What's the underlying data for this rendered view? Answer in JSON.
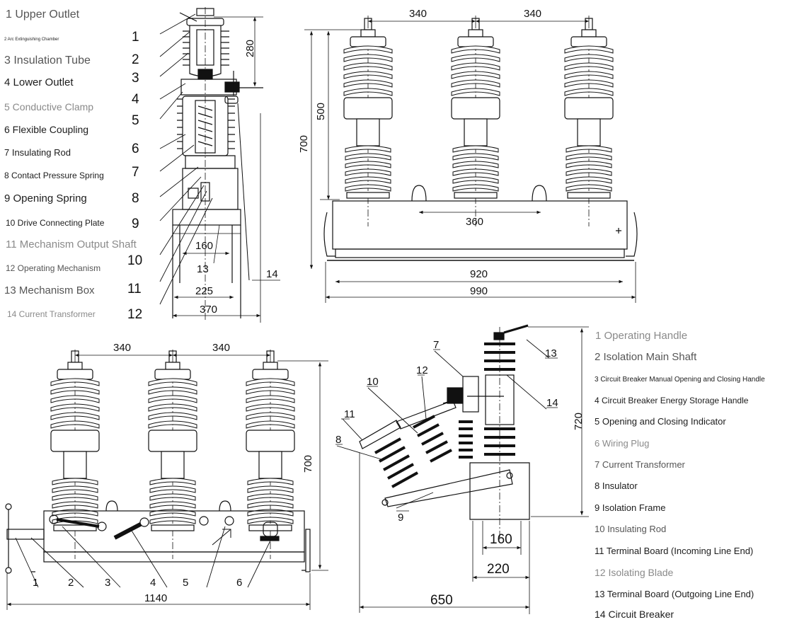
{
  "legend_a": [
    "1 Upper Outlet",
    "2 Arc Extinguishing Chamber",
    "3 Insulation Tube",
    "4 Lower Outlet",
    "5 Conductive Clamp",
    "6 Flexible Coupling",
    "7 Insulating Rod",
    "8 Contact Pressure Spring",
    "9 Opening Spring",
    "10 Drive Connecting Plate",
    "11 Mechanism Output Shaft",
    "12 Operating Mechanism",
    "13 Mechanism Box",
    "14 Current Transformer"
  ],
  "legend_b": [
    "1 Operating Handle",
    "2 Isolation Main Shaft",
    "3 Circuit Breaker Manual Opening and Closing Handle",
    "4 Circuit Breaker Energy Storage Handle",
    "5 Opening and Closing Indicator",
    "6 Wiring Plug",
    "7 Current Transformer",
    "8 Insulator",
    "9 Isolation Frame",
    "10 Insulating Rod",
    "11 Terminal Board (Incoming Line End)",
    "12 Isolating Blade",
    "13 Terminal Board (Outgoing Line End)",
    "14 Circuit Breaker"
  ],
  "side_callouts": [
    "1",
    "2",
    "3",
    "4",
    "5",
    "6",
    "7",
    "8",
    "9",
    "10",
    "11",
    "12",
    "13",
    "14"
  ],
  "side_dims": {
    "h280": "280",
    "w160": "160",
    "w225": "225",
    "w370": "370",
    "c13": "13"
  },
  "front_dims": {
    "pitch_a": "340",
    "pitch_b": "340",
    "h500": "500",
    "h700": "700",
    "w360": "360",
    "w920": "920",
    "w990": "990"
  },
  "bottom_callouts": [
    "1",
    "2",
    "3",
    "4",
    "5",
    "6"
  ],
  "bottom_dims": {
    "pitch_a": "340",
    "pitch_b": "340",
    "h700": "700",
    "w1140": "1140"
  },
  "iso_callouts": [
    "7",
    "12",
    "10",
    "11",
    "8",
    "9",
    "13",
    "14"
  ],
  "iso_dims": {
    "h720": "720",
    "w160": "160",
    "w220": "220",
    "w650": "650"
  }
}
